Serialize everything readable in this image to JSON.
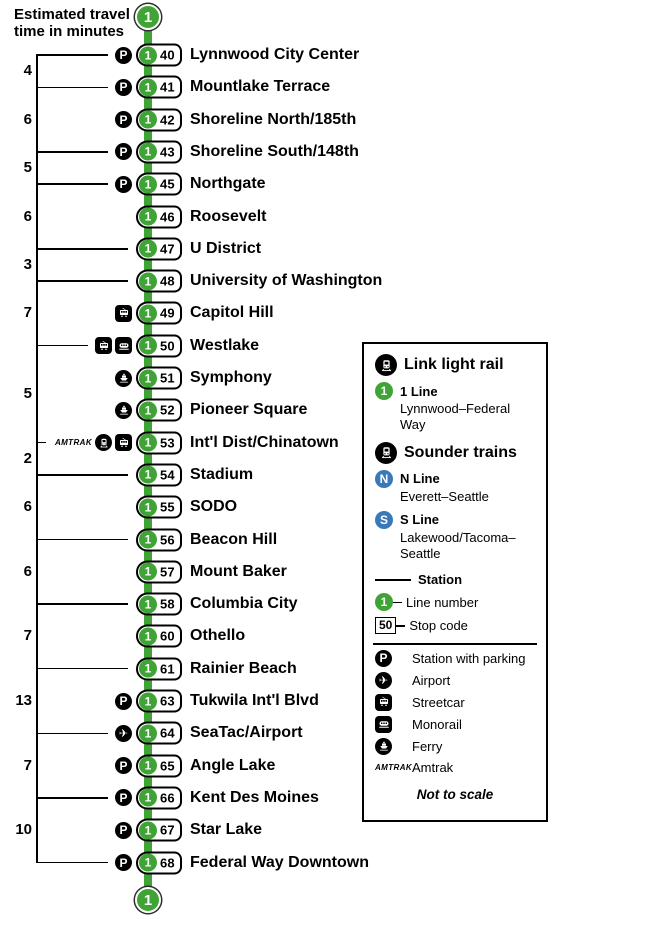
{
  "title": "Estimated travel\ntime in minutes",
  "line": {
    "number": "1"
  },
  "colors": {
    "line_green": "#3FA435",
    "sounder_blue": "#3A79B8"
  },
  "stations": [
    {
      "code": "40",
      "name": "Lynnwood City Center",
      "icons": [
        "parking"
      ]
    },
    {
      "code": "41",
      "name": "Mountlake Terrace",
      "icons": [
        "parking"
      ]
    },
    {
      "code": "42",
      "name": "Shoreline North/185th",
      "icons": [
        "parking"
      ]
    },
    {
      "code": "43",
      "name": "Shoreline South/148th",
      "icons": [
        "parking"
      ]
    },
    {
      "code": "45",
      "name": "Northgate",
      "icons": [
        "parking"
      ]
    },
    {
      "code": "46",
      "name": "Roosevelt",
      "icons": []
    },
    {
      "code": "47",
      "name": "U District",
      "icons": []
    },
    {
      "code": "48",
      "name": "University of Washington",
      "icons": []
    },
    {
      "code": "49",
      "name": "Capitol Hill",
      "icons": [
        "streetcar"
      ]
    },
    {
      "code": "50",
      "name": "Westlake",
      "icons": [
        "streetcar",
        "monorail"
      ]
    },
    {
      "code": "51",
      "name": "Symphony",
      "icons": [
        "ferry"
      ]
    },
    {
      "code": "52",
      "name": "Pioneer Square",
      "icons": [
        "ferry"
      ]
    },
    {
      "code": "53",
      "name": "Int'l Dist/Chinatown",
      "icons": [
        "amtrak",
        "train",
        "streetcar"
      ]
    },
    {
      "code": "54",
      "name": "Stadium",
      "icons": []
    },
    {
      "code": "55",
      "name": "SODO",
      "icons": []
    },
    {
      "code": "56",
      "name": "Beacon Hill",
      "icons": []
    },
    {
      "code": "57",
      "name": "Mount Baker",
      "icons": []
    },
    {
      "code": "58",
      "name": "Columbia City",
      "icons": []
    },
    {
      "code": "60",
      "name": "Othello",
      "icons": []
    },
    {
      "code": "61",
      "name": "Rainier Beach",
      "icons": []
    },
    {
      "code": "63",
      "name": "Tukwila Int'l Blvd",
      "icons": [
        "parking"
      ]
    },
    {
      "code": "64",
      "name": "SeaTac/Airport",
      "icons": [
        "airport"
      ]
    },
    {
      "code": "65",
      "name": "Angle Lake",
      "icons": [
        "parking"
      ]
    },
    {
      "code": "66",
      "name": "Kent Des Moines",
      "icons": [
        "parking"
      ]
    },
    {
      "code": "67",
      "name": "Star Lake",
      "icons": [
        "parking"
      ]
    },
    {
      "code": "68",
      "name": "Federal Way Downtown",
      "icons": [
        "parking"
      ]
    }
  ],
  "travel_times": [
    {
      "minutes": "4",
      "from": "40",
      "to": "41"
    },
    {
      "minutes": "6",
      "from": "41",
      "to": "43"
    },
    {
      "minutes": "5",
      "from": "43",
      "to": "45"
    },
    {
      "minutes": "6",
      "from": "45",
      "to": "47"
    },
    {
      "minutes": "3",
      "from": "47",
      "to": "48"
    },
    {
      "minutes": "7",
      "from": "48",
      "to": "50"
    },
    {
      "minutes": "5",
      "from": "50",
      "to": "53"
    },
    {
      "minutes": "2",
      "from": "53",
      "to": "54"
    },
    {
      "minutes": "6",
      "from": "54",
      "to": "56"
    },
    {
      "minutes": "6",
      "from": "56",
      "to": "58"
    },
    {
      "minutes": "7",
      "from": "58",
      "to": "61"
    },
    {
      "minutes": "13",
      "from": "61",
      "to": "64"
    },
    {
      "minutes": "7",
      "from": "64",
      "to": "66"
    },
    {
      "minutes": "10",
      "from": "66",
      "to": "68"
    }
  ],
  "legend": {
    "link_header": "Link light rail",
    "line1": {
      "badge": "1",
      "label": "1 Line",
      "desc": "Lynnwood–Federal Way"
    },
    "sounder_header": "Sounder trains",
    "n_line": {
      "badge": "N",
      "label": "N Line",
      "desc": "Everett–Seattle"
    },
    "s_line": {
      "badge": "S",
      "label": "S Line",
      "desc": "Lakewood/Tacoma–Seattle"
    },
    "station_label": "Station",
    "line_number_label": "Line number",
    "stop_code_label": "Stop code",
    "stop_code_sample": "50",
    "icons": [
      {
        "icon": "parking",
        "label": "Station with parking"
      },
      {
        "icon": "airport",
        "label": "Airport"
      },
      {
        "icon": "streetcar",
        "label": "Streetcar"
      },
      {
        "icon": "monorail",
        "label": "Monorail"
      },
      {
        "icon": "ferry",
        "label": "Ferry"
      },
      {
        "icon": "amtrak",
        "label": "Amtrak"
      }
    ],
    "note": "Not to scale"
  }
}
